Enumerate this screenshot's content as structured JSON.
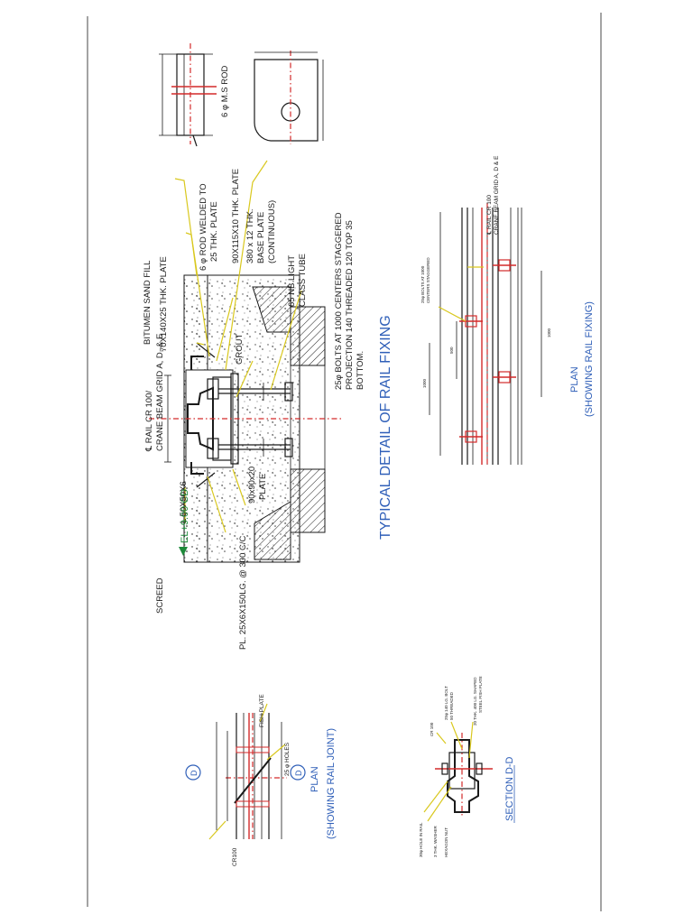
{
  "main_detail": {
    "title": "TYPICAL DETAIL OF RAIL FIXING",
    "labels": {
      "rail_centerline": "℄ RAIL CR 100/",
      "crane_beam": "CRANE BEAM GRID A, D, & E",
      "bitumen": "BITUMEN SAND FILL",
      "plate_70": "70X140X25 THK. PLATE",
      "rod_6": "6 φ ROD WELDED TO",
      "rod_6b": "25 THK. PLATE",
      "plate_90": "90X115X10 THK. PLATE",
      "base_plate_1": "380 x 12 THK.",
      "base_plate_2": "BASE PLATE",
      "base_plate_3": "(CONTINUOUS)",
      "grout": "GROUT",
      "tube_1": "65 NB LIGHT",
      "tube_2": "CLASS TUBE",
      "bolts_1": "25φ BOLTS AT 1000 CENTERS STAGGERED",
      "bolts_2": "PROJECTION 140 THREADED 120 TOP 35",
      "bolts_3": "BOTTOM.",
      "angle": "L 50X50X6",
      "screed": "SCREED",
      "elevation": "EL+9.00 CD",
      "plate_90x90_1": "90x90x20",
      "plate_90x90_2": "PLATE",
      "pl_25": "PL. 25X6X150LG. @ 300 C/C"
    }
  },
  "small_detail": {
    "ms_rod": "6 φ M.S ROD"
  },
  "plan_fixing": {
    "title_1": "PLAN",
    "title_2": "(SHOWING RAIL FIXING)",
    "rail_label_1": "℄ RAIL CR 100",
    "rail_label_2": "CRANE BEAM GRID A, D & E",
    "bolts_note_1": "25φ BOLTS AT 1000",
    "bolts_note_2": "CENTERS STAGGERED",
    "dim_a": "1000",
    "dim_b": "500",
    "dim_c": "1000"
  },
  "plan_joint": {
    "title_1": "PLAN",
    "title_2": "(SHOWING RAIL JOINT)",
    "fish_plate": "FISH PLATE",
    "holes": "25 φ HOLES",
    "cr100": "CR100",
    "marker_d": "D"
  },
  "section_dd": {
    "title": "SECTION D-D",
    "cr100": "CR 100",
    "bolt_1": "25φ 140 LG. BOLT",
    "bolt_2": "50 THREADED",
    "fish_1": "20 THK. 400 LG. SHAPED",
    "fish_2": "STEEL FISH PLATE",
    "hole": "30φ HOLE IN RAIL",
    "washer": "3 THK. WASHER",
    "nut": "HEXAGON NUT"
  }
}
